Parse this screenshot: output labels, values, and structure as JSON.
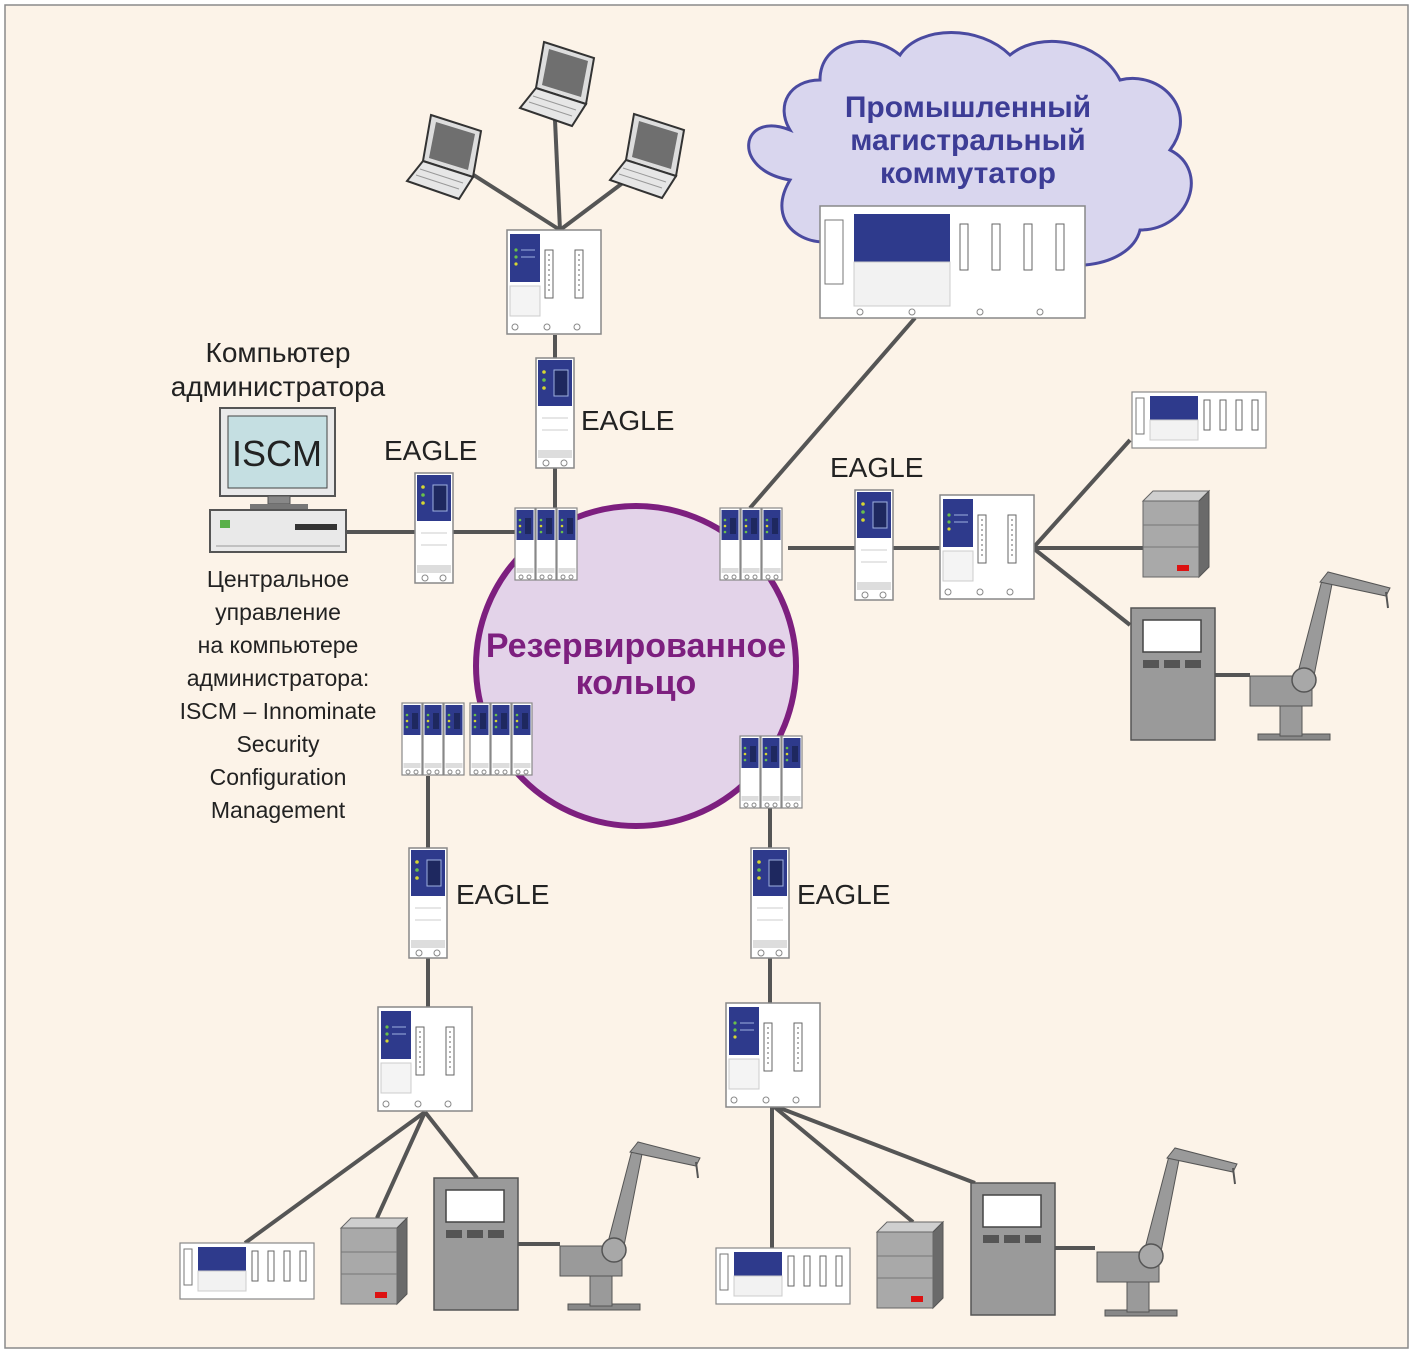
{
  "colors": {
    "background": "#fcf3e8",
    "frame": "#8a8a8a",
    "ring_fill": "#e3d3e9",
    "ring_stroke": "#7d1f7f",
    "ring_text": "#7d1f7f",
    "cloud_fill": "#d9d6ee",
    "cloud_stroke": "#4a4aa0",
    "cloud_text": "#3d3d96",
    "link": "#555555",
    "device_panel": "#2e3a8c",
    "machine": "#9a9a9a"
  },
  "cloud": {
    "title_line1": "Промышленный",
    "title_line2": "магистральный",
    "title_line3": "коммутатор"
  },
  "ring": {
    "title_line1": "Резервированное",
    "title_line2": "кольцо"
  },
  "admin": {
    "title_line1": "Компьютер",
    "title_line2": "администратора",
    "screen_text": "ISCM",
    "caption_line1": "Центральное",
    "caption_line2": "управление",
    "caption_line3": "на компьютере",
    "caption_line4": "администратора:",
    "caption_line5": "ISCM – Innominate",
    "caption_line6": "Security",
    "caption_line7": "Configuration",
    "caption_line8": "Management"
  },
  "eagle_labels": {
    "top": "EAGLE",
    "admin": "EAGLE",
    "right": "EAGLE",
    "bottom_left": "EAGLE",
    "bottom_right": "EAGLE"
  },
  "icons": [
    "laptop-icon",
    "switch-icon",
    "eagle-firewall-icon",
    "server-icon",
    "terminal-icon",
    "robot-arm-icon",
    "plc-icon",
    "desktop-computer-icon"
  ]
}
